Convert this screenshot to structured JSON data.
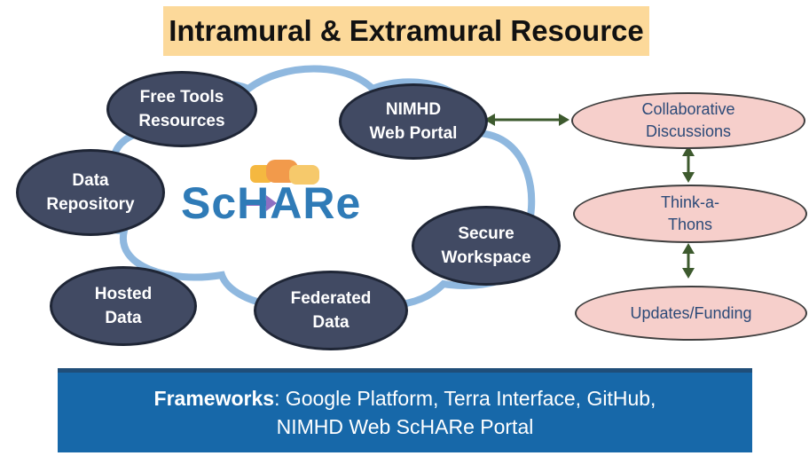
{
  "title": "Intramural & Extramural Resource",
  "logo": "ScHARe",
  "nodes": {
    "free_tools": "Free Tools\nResources",
    "nimhd_portal": "NIMHD\nWeb Portal",
    "data_repository": "Data\nRepository",
    "secure_workspace": "Secure\nWorkspace",
    "hosted_data": "Hosted\nData",
    "federated_data": "Federated\nData"
  },
  "events": {
    "collaborative": "Collaborative\nDiscussions",
    "think_a_thons": "Think-a-\nThons",
    "updates": "Updates/Funding"
  },
  "frameworks": {
    "label": "Frameworks",
    "text_line1": ": Google Platform, Terra Interface, GitHub,",
    "text_line2": "NIMHD Web ScHARe Portal"
  },
  "colors": {
    "title_bg": "#fcd99a",
    "node_fill": "#414a63",
    "event_fill": "#f6cfcb",
    "arrow": "#3d5a2e",
    "cloud": "#8fb8df",
    "framework_bg": "#1768a9"
  }
}
